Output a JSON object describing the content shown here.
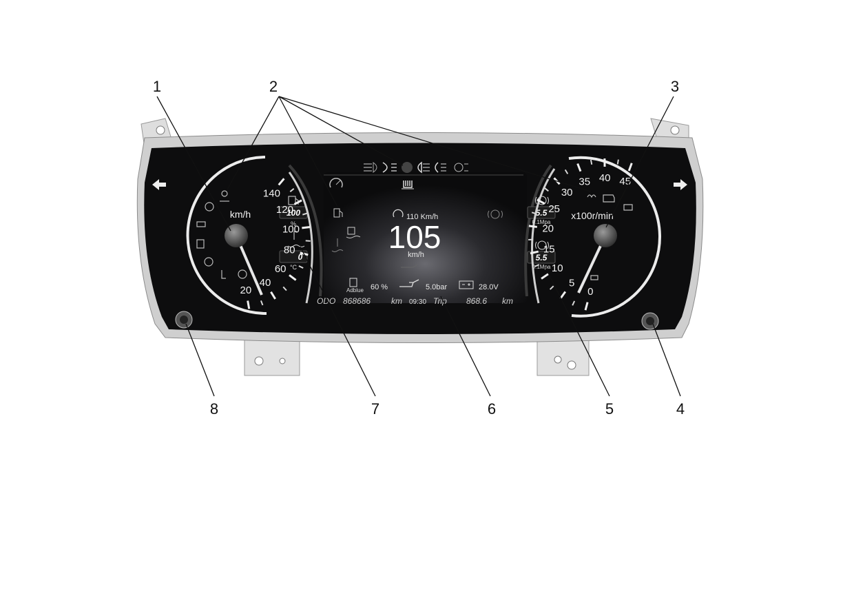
{
  "callouts": [
    "1",
    "2",
    "3",
    "4",
    "5",
    "6",
    "7",
    "8"
  ],
  "speedometer": {
    "ticks": [
      "20",
      "40",
      "60",
      "80",
      "100",
      "120",
      "140"
    ],
    "unit": "km/h"
  },
  "tachometer": {
    "ticks": [
      "0",
      "5",
      "10",
      "15",
      "20",
      "25",
      "30",
      "35",
      "40",
      "45"
    ],
    "unit": "x100r/min"
  },
  "left_gauges": {
    "fuel_value": "100",
    "fuel_unit": "%",
    "temp_value": "0",
    "temp_unit": "°C"
  },
  "right_gauges": {
    "pressure1_value": "5.5",
    "pressure1_unit": "0.1Mpa",
    "pressure2_value": "5.5",
    "pressure2_unit": "0.1Mpa"
  },
  "display": {
    "cruise_speed": "110 Km/h",
    "speed": "105",
    "speed_unit": "km/h",
    "adblue_label": "Adblue",
    "adblue_value": "60 %",
    "oil_pressure": "5.0bar",
    "voltage": "28.0V",
    "odo_label": "ODO",
    "odo_value": "868686",
    "odo_unit": "km",
    "clock": "09:30",
    "trip_label": "Trip",
    "trip_value": "868.6",
    "trip_unit": "km"
  },
  "icons": [
    "turn-left-arrow-icon",
    "turn-right-arrow-icon",
    "low-beam-icon",
    "high-beam-icon",
    "fog-lamp-icon",
    "rear-fog-icon",
    "parking-brake-icon",
    "battery-icon",
    "fuel-icon",
    "coolant-temp-icon",
    "oil-can-icon",
    "engine-check-icon",
    "brake-icon",
    "cruise-icon",
    "trailer-icon"
  ],
  "colors": {
    "panel": "#0b0b0c",
    "gauge_ring": "#e9e9e9",
    "housing": "#dcdcdc"
  }
}
